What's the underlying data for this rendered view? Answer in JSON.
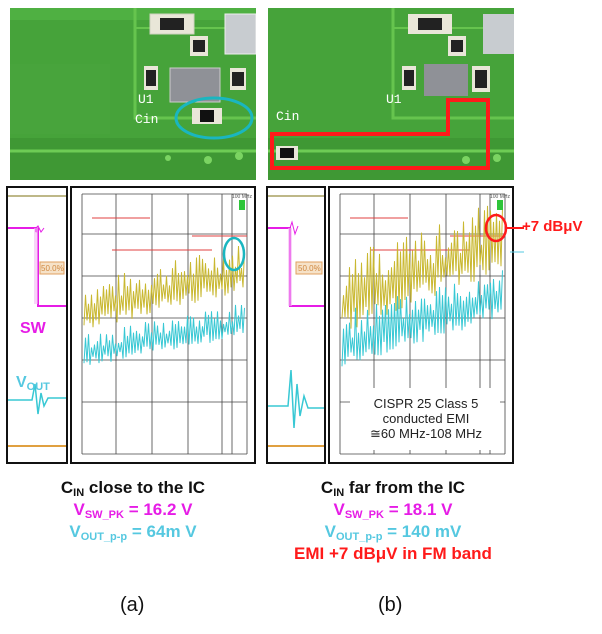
{
  "figure_a": {
    "scope": {
      "sw_label": "SW",
      "vout_label_main": "V",
      "vout_label_sub": "OUT",
      "duty_readout": "50.0%",
      "spectrum_span_readout": "100 MHz"
    },
    "caption": {
      "line1_main": "C",
      "line1_sub": "IN",
      "line1_rest": " close to the IC",
      "line2_main": "V",
      "line2_sub": "SW_PK",
      "line2_rest": " = 16.2 V",
      "line3_main": "V",
      "line3_sub": "OUT_p-p",
      "line3_rest": " = 64m V"
    },
    "pcb": {
      "u1_label": "U1",
      "cin_label": "Cin"
    },
    "subfig_label": "(a)"
  },
  "figure_b": {
    "scope": {
      "duty_readout": "50.0%",
      "spectrum_span_readout": "100 MHz",
      "callout": "+7 dBμV",
      "note_line1": "CISPR 25 Class 5",
      "note_line2": "conducted EMI",
      "note_line3": "≅60 MHz-108 MHz"
    },
    "caption": {
      "line1_main": "C",
      "line1_sub": "IN",
      "line1_rest": " far from the IC",
      "line2_main": "V",
      "line2_sub": "SW_PK",
      "line2_rest": " = 18.1 V",
      "line3_main": "V",
      "line3_sub": "OUT_p-p",
      "line3_rest": " = 140 mV",
      "line4": "EMI +7 dBμV in FM band"
    },
    "pcb": {
      "u1_label": "U1",
      "cin_label": "Cin"
    },
    "subfig_label": "(b)"
  },
  "colors": {
    "pcb_green": "#47a83a",
    "trace_green": "#5fc04a",
    "sw_magenta": "#e61ce6",
    "vout_cyan": "#38c8d4",
    "emi_yellow": "#c9b830",
    "highlight_red": "#ff1a1a"
  }
}
